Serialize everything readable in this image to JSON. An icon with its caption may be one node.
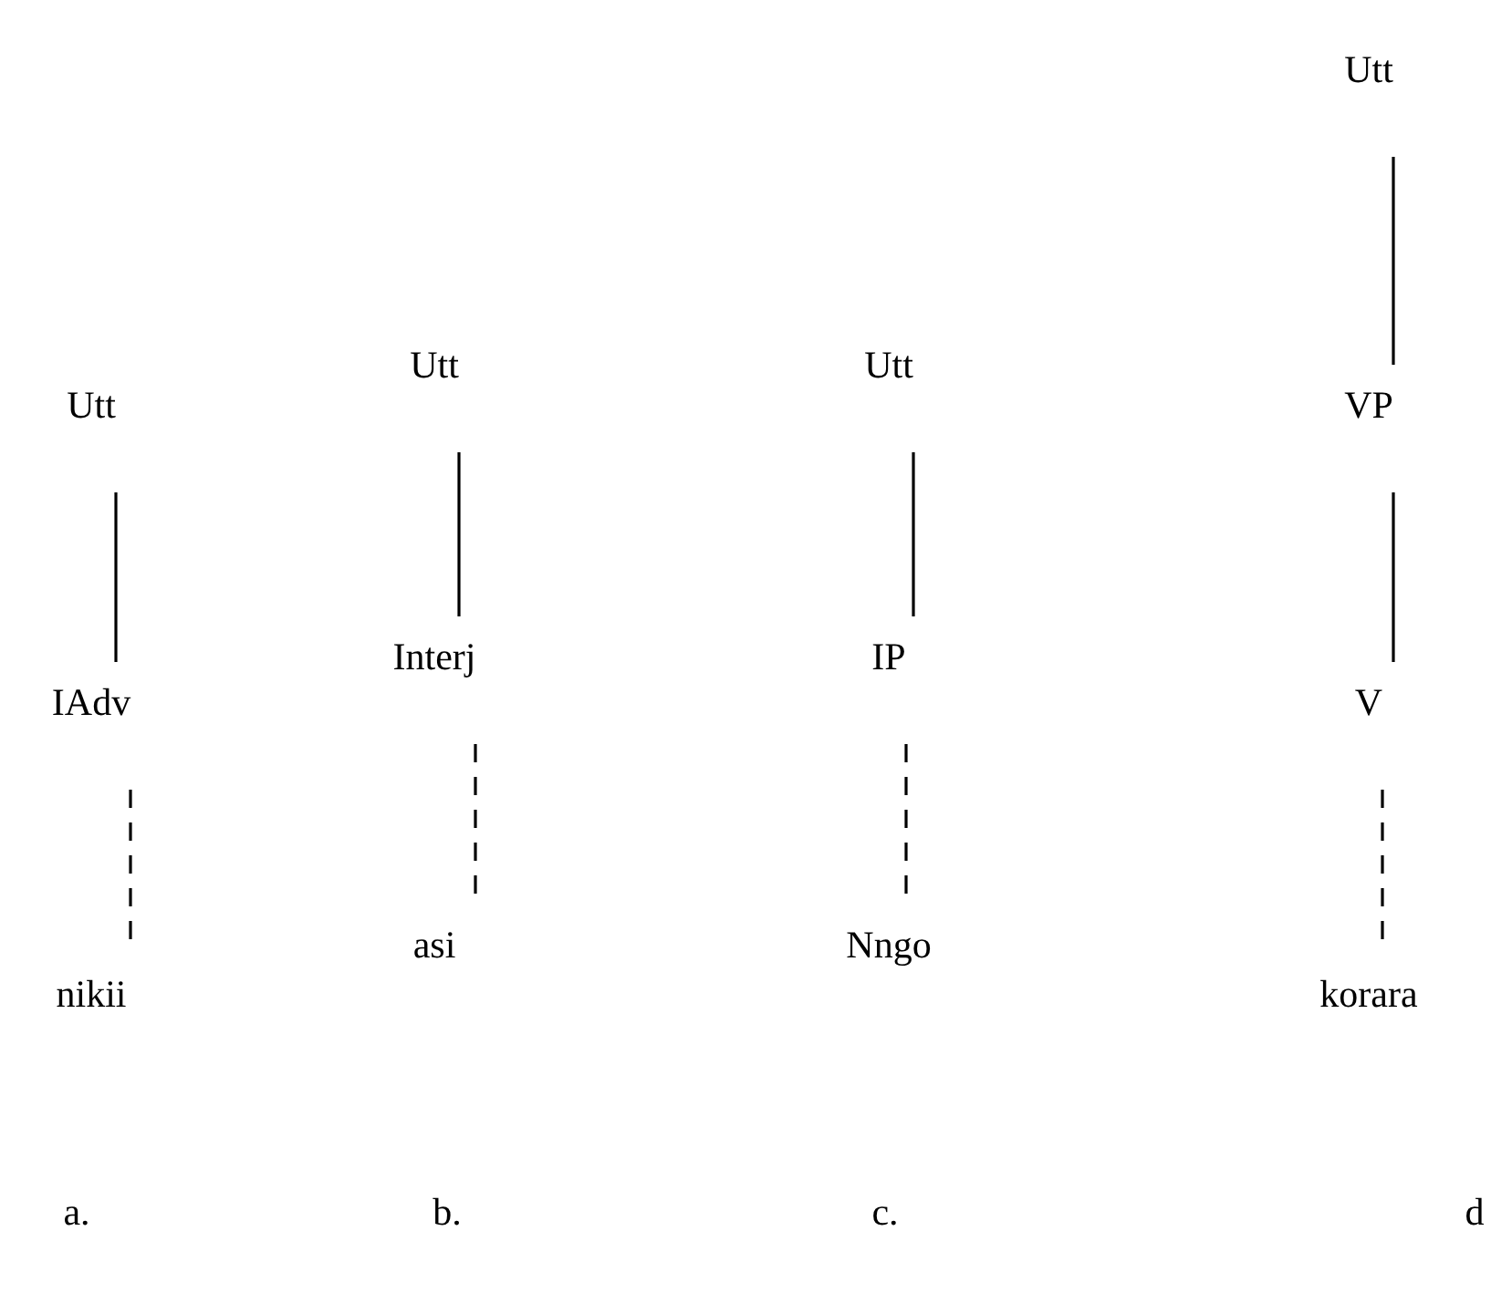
{
  "diagram": {
    "nodes": [
      {
        "text": [
          "Utt"
        ]
      },
      {
        "text": [
          "IAdv"
        ]
      },
      {
        "text": [
          "nikii"
        ]
      },
      {
        "text": [
          "Utt"
        ]
      },
      {
        "text": [
          "Interj"
        ]
      },
      {
        "text": [
          "asi"
        ]
      },
      {
        "text": [
          "Utt"
        ]
      },
      {
        "text": [
          "IP"
        ]
      },
      {
        "text": [
          "Nngo"
        ]
      },
      {
        "text": [
          "Utt"
        ]
      },
      {
        "text": [
          "VP"
        ]
      },
      {
        "text": [
          "V"
        ]
      },
      {
        "text": [
          "korara"
        ]
      }
    ],
    "edges": [
      {
        "from": 0,
        "to": 1,
        "arrow": "none"
      },
      {
        "from": 1,
        "to": 2,
        "arrow": "none",
        "style": "dashed"
      },
      {
        "from": 3,
        "to": 4,
        "arrow": "none"
      },
      {
        "from": 4,
        "to": 5,
        "arrow": "none",
        "style": "dashed"
      },
      {
        "from": 6,
        "to": 7,
        "arrow": "none"
      },
      {
        "from": 7,
        "to": 8,
        "arrow": "none",
        "style": "dashed"
      },
      {
        "from": 9,
        "to": 10,
        "arrow": "none"
      },
      {
        "from": 10,
        "to": 11,
        "arrow": "none"
      },
      {
        "from": 11,
        "to": 12,
        "arrow": "none",
        "style": "dashed"
      }
    ],
    "labels": [
      "a.",
      "b.",
      "c.",
      "d"
    ]
  }
}
